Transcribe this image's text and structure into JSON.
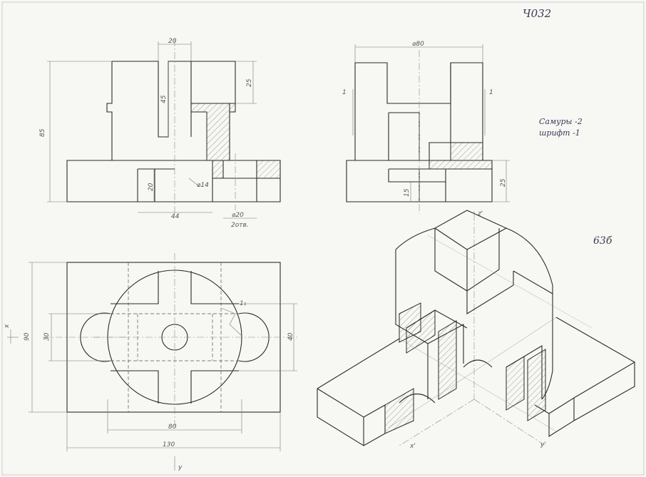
{
  "sheet": {
    "code": "Ч032",
    "grade": "63б",
    "notes": [
      "Самуры -2",
      "шрифт -1"
    ]
  },
  "front_view": {
    "dims": {
      "width_slot": "20",
      "height_total": "85",
      "depth_45": "45",
      "step_25": "25",
      "base_20": "20",
      "hole": "⌀14",
      "offset_44": "44",
      "hole_20": "⌀20",
      "holes_count": "2отв."
    }
  },
  "side_view": {
    "dims": {
      "diameter": "⌀80",
      "base_25": "25",
      "base_15": "15"
    },
    "section_marks": [
      "1",
      "1"
    ]
  },
  "top_view": {
    "dims": {
      "width_90": "90",
      "inner_30": "30",
      "inner_40": "40",
      "circle_80": "80",
      "length_130": "130",
      "mark_y": "y",
      "mark_x": "x",
      "mark_1": "1₁"
    }
  },
  "iso_view": {
    "axes": {
      "z": "z'",
      "x": "x'",
      "y": "y'"
    }
  }
}
